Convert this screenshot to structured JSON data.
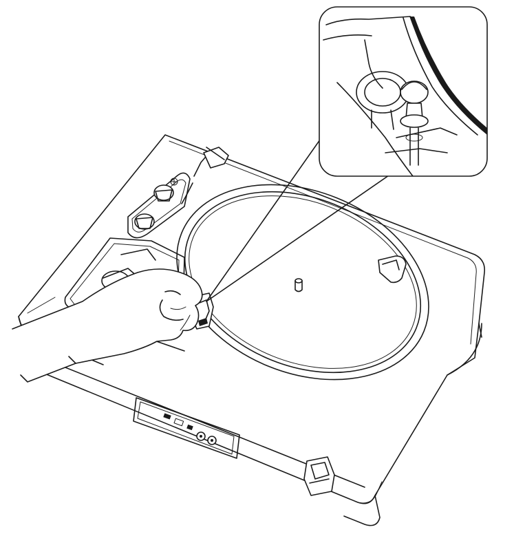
{
  "illustration": {
    "subject": "turntable",
    "colors": {
      "line": "#1a1a1a",
      "background": "#ffffff"
    },
    "elements": [
      "turntable-body",
      "platter",
      "spindle",
      "tonearm",
      "headshell",
      "control-knobs",
      "hand",
      "rear-panel",
      "hinge",
      "detail-callout"
    ],
    "callout": {
      "shape": "rounded-square",
      "content": "headshell-screw"
    }
  }
}
